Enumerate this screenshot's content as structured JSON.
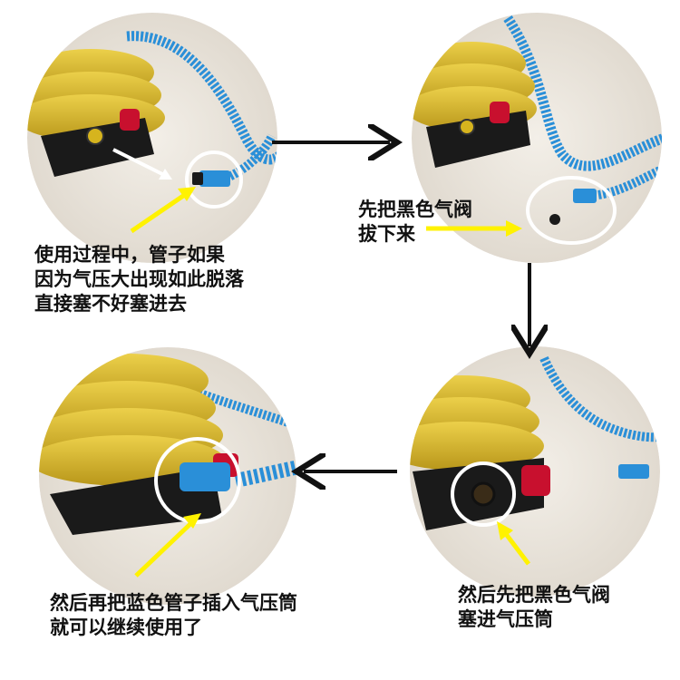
{
  "steps": [
    {
      "lines": [
        "使用过程中，管子如果",
        "因为气压大出现如此脱落",
        "直接塞不好塞进去"
      ]
    },
    {
      "lines": [
        "先把黑色气阀",
        "拔下来"
      ]
    },
    {
      "lines": [
        "然后先把黑色气阀",
        "塞进气压筒"
      ]
    },
    {
      "lines": [
        "然后再把蓝色管子插入气压筒",
        "就可以继续使用了"
      ]
    }
  ],
  "colors": {
    "bellows": "#d6b41e",
    "base": "#1a1a1a",
    "tube": "#2a8fd8",
    "valve_red": "#c8102e",
    "highlight_circle": "#ffffff",
    "pointer_arrow": "#fff200",
    "flow_arrow": "#111111"
  }
}
